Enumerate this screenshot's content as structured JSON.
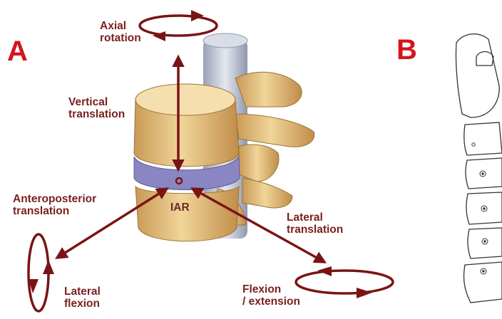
{
  "panels": {
    "a": "A",
    "b": "B"
  },
  "labels": {
    "axial_rotation": "Axial\nrotation",
    "vertical_translation": "Vertical\ntranslation",
    "anteroposterior_translation": "Anteroposterior\ntranslation",
    "iar": "IAR",
    "lateral_translation": "Lateral\ntranslation",
    "lateral_flexion": "Lateral\nflexion",
    "flexion_extension": "Flexion\n/ extension"
  },
  "colors": {
    "arrow": "#7a1414",
    "label_text": "#7a1f1f",
    "panel_letter": "#d4161c",
    "disc": "#8a86c4",
    "bone": "#e0bd7a",
    "spinal_cord": "#b8bfd0"
  }
}
